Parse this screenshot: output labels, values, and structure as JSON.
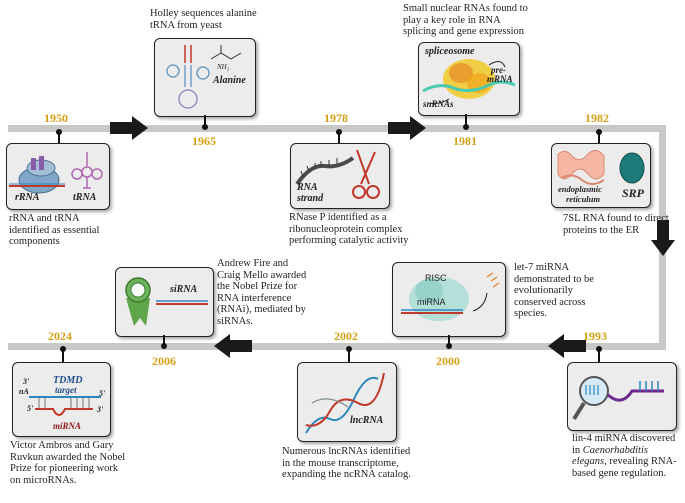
{
  "events": {
    "y1950": {
      "year": "1950",
      "caption": "rRNA and tRNA identified as essential components",
      "labels": {
        "rrna": "rRNA",
        "trna": "tRNA"
      }
    },
    "y1965": {
      "year": "1965",
      "caption": "Holley sequences alanine tRNA from yeast",
      "labels": {
        "alanine": "Alanine",
        "nh2": "NH₂"
      }
    },
    "y1978": {
      "year": "1978",
      "caption": "RNase P identified as a ribonucleoprotein complex performing catalytic activity",
      "labels": {
        "rna": "RNA",
        "strand": "strand"
      }
    },
    "y1981": {
      "year": "1981",
      "caption": "Small nuclear RNAs found to play a key role in RNA splicing and gene expression",
      "labels": {
        "spliceosome": "spliceosome",
        "pre": "pre-",
        "mrna": "mRNA",
        "snrnas": "snRNAs"
      }
    },
    "y1982": {
      "year": "1982",
      "caption": "7SL RNA found to direct proteins to the ER",
      "labels": {
        "endoplasmic": "endoplasmic",
        "reticulum": "reticulum",
        "srp": "SRP"
      }
    },
    "y1993": {
      "year": "1993",
      "caption_a": "lin-4 miRNA discovered in",
      "caption_b": "Caenorhabditis elegans",
      "caption_c": ", revealing RNA-based gene regulation."
    },
    "y2000": {
      "year": "2000",
      "caption": "let-7 miRNA demonstrated to be evolutionarily conserved across species.",
      "labels": {
        "risc": "RISC",
        "mirna": "miRNA"
      }
    },
    "y2002": {
      "year": "2002",
      "caption": "Numerous lncRNAs identified in the mouse transcriptome, expanding the ncRNA catalog.",
      "labels": {
        "lncrna": "lncRNA"
      }
    },
    "y2006": {
      "year": "2006",
      "caption": "Andrew Fire and Craig Mello awarded the Nobel Prize for RNA interference (RNAi), mediated by siRNAs.",
      "labels": {
        "sirna": "siRNA"
      }
    },
    "y2024": {
      "year": "2024",
      "caption": "Victor Ambros and Gary Ruvkun awarded the Nobel Prize for pioneering work on microRNAs.",
      "labels": {
        "p3a": "3'",
        "na": "nA",
        "tdmd": "TDMD",
        "target": "target",
        "p5a": "5'",
        "p5b": "5'",
        "p3b": "3'",
        "mirna": "miRNA"
      }
    }
  },
  "colors": {
    "track": "#c8c8c8",
    "year": "#d4a017",
    "arrow": "#1a1a1a"
  }
}
